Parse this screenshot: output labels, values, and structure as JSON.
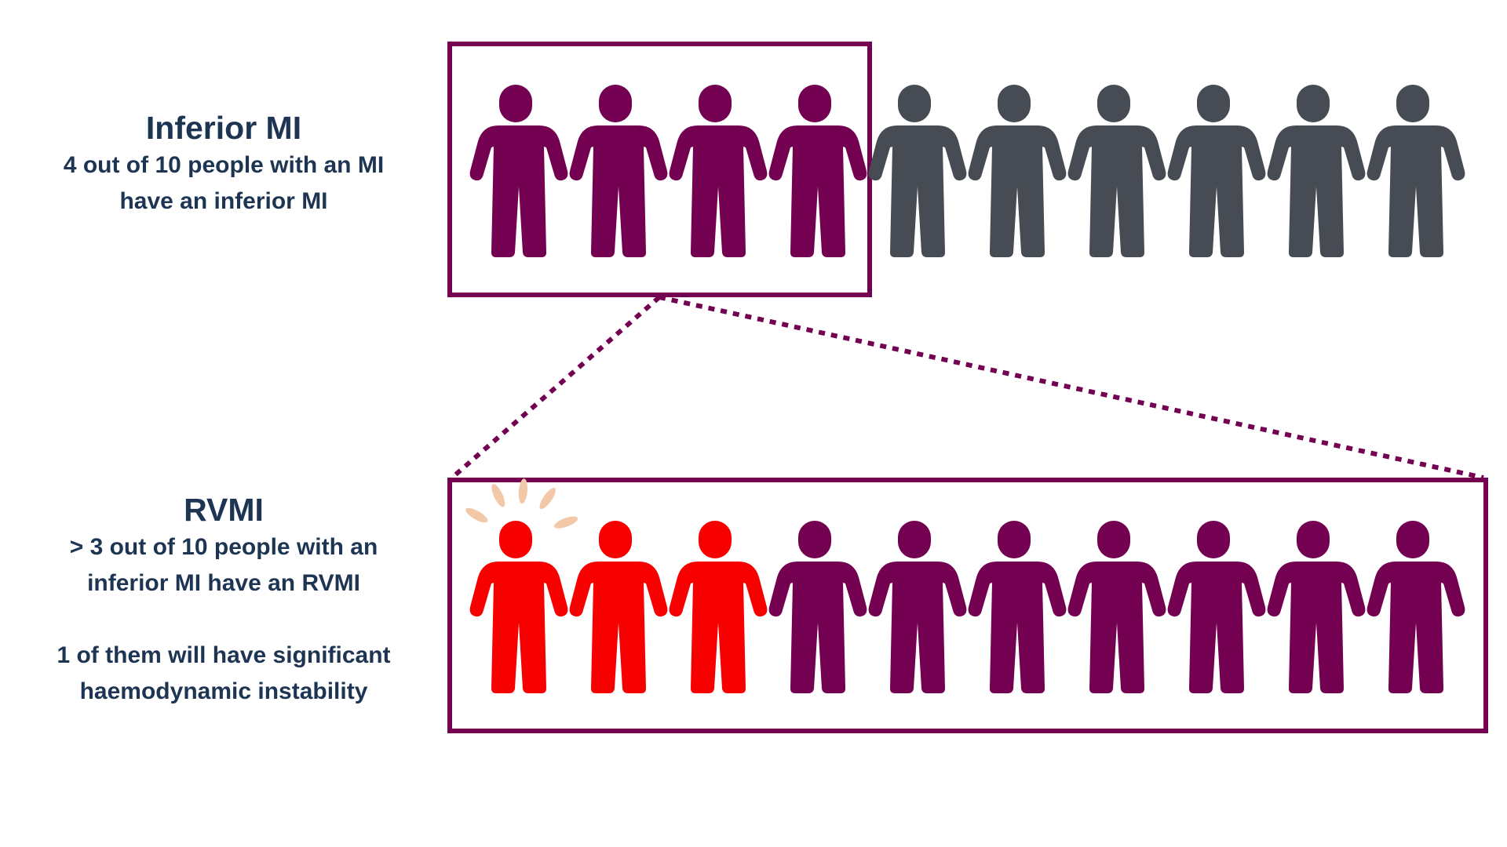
{
  "inferior": {
    "title": "Inferior MI",
    "line1": "4 out of 10 people with an MI",
    "line2": "have an inferior MI",
    "highlighted_count": 4,
    "total": 10
  },
  "rvmi": {
    "title": "RVMI",
    "line1": "> 3 out of 10 people with an",
    "line2": "inferior MI have an RVMI",
    "line3": "1 of them will have significant",
    "line4": "haemodynamic instability",
    "affected_count": 3,
    "unstable_count": 1,
    "total": 10
  },
  "colors": {
    "text": "#1d3553",
    "frame": "#730050",
    "inferior": "#730050",
    "other": "#474c54",
    "rvmi": "#f70000",
    "instability_burst": "#f3c8a8"
  }
}
